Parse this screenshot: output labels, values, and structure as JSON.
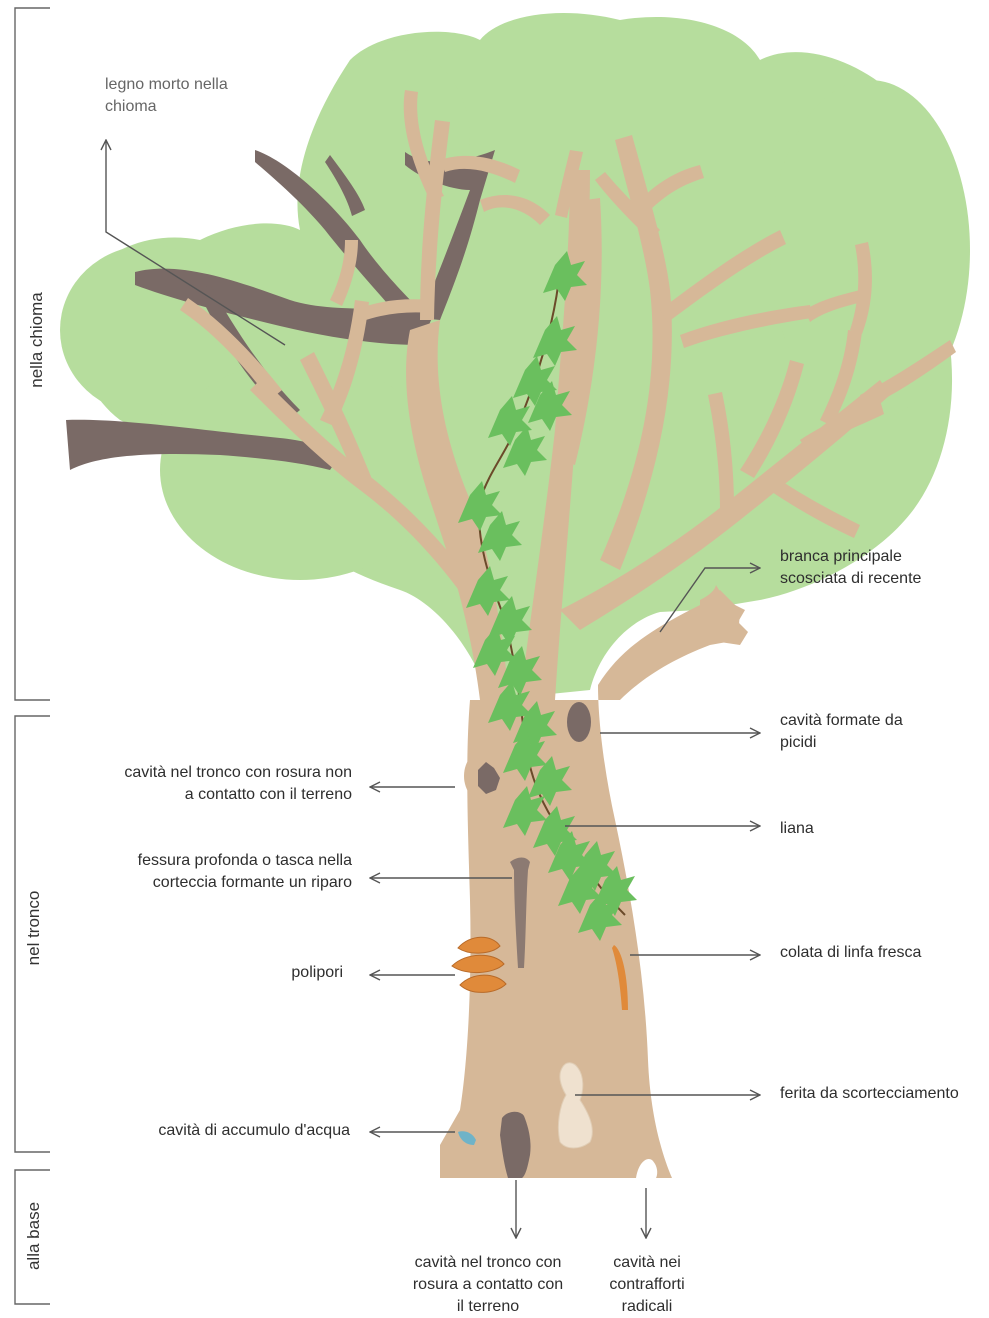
{
  "sections": {
    "crown": "nella chioma",
    "trunk": "nel tronco",
    "base": "alla base"
  },
  "labels": {
    "dead_wood": "legno morto nella\nchioma",
    "broken_branch": "branca principale\nscosciata di recente",
    "woodpecker_cavities": "cavità formate da\npicidi",
    "trunk_cavity_no_contact": "cavità nel tronco con rosura non\na contatto con il terreno",
    "liana": "liana",
    "bark_fissure": "fessura profonda o tasca nella\ncorteccia formante un riparo",
    "sap_run": "colata di linfa fresca",
    "polypores": "polipori",
    "bark_wound": "ferita da scortecciamento",
    "water_cavity": "cavità di accumulo d'acqua",
    "trunk_cavity_ground_contact": "cavità nel tronco con\nrosura a contatto con\nil terreno",
    "root_buttress_cavities": "cavità nei\ncontrafforti\nradicali"
  },
  "colors": {
    "foliage": "#b6dd9d",
    "wood": "#d6b898",
    "dead_wood": "#7a6a66",
    "ivy": "#6abf5e",
    "ivy_stem": "#6b4a2a",
    "polypore": "#e08a3a",
    "arrow": "#555555",
    "bracket": "#666666",
    "water": "#6fb3c8",
    "wound": "#efe1cf"
  }
}
